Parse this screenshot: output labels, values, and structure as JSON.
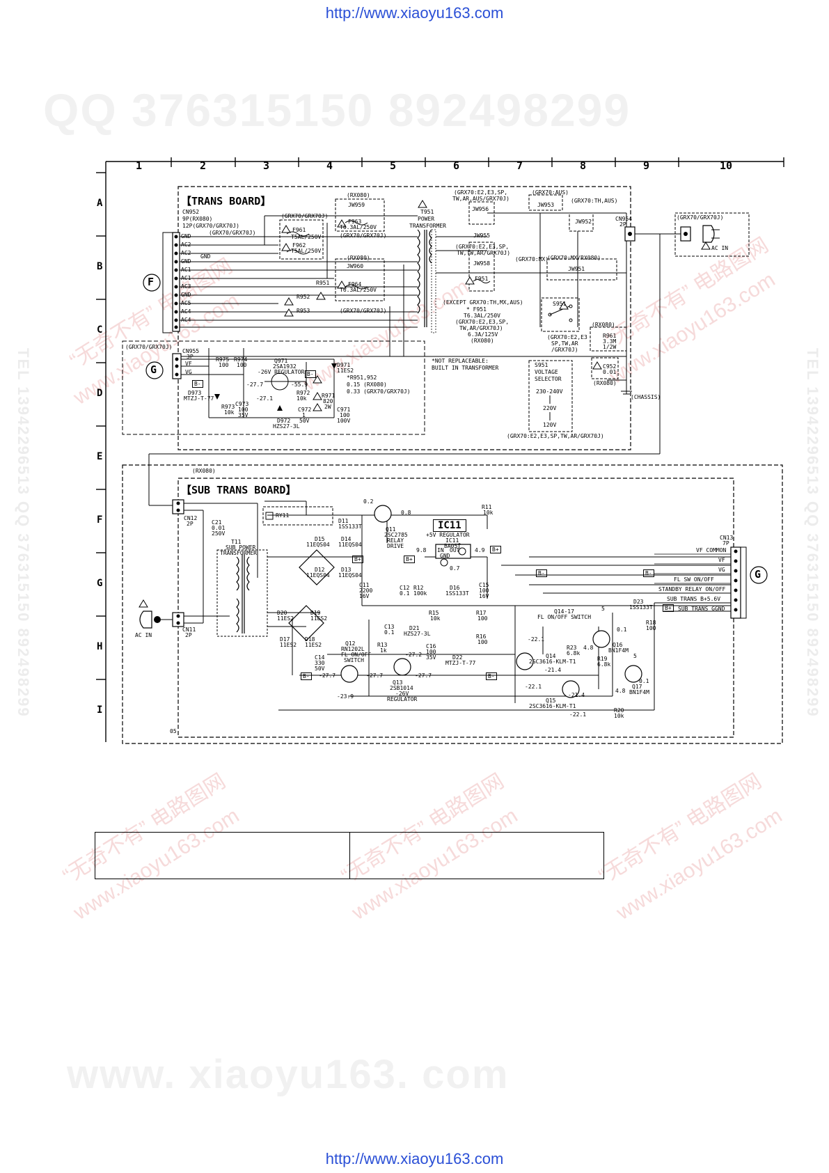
{
  "urls": {
    "top": "http://www.xiaoyu163.com",
    "bottom": "http://www.xiaoyu163.com"
  },
  "watermarks": {
    "qq_big": "QQ 376315150   892498299",
    "site_big": "www. xiaoyu163. com",
    "side_text": "TEL 13942296513  QQ 376315150  892498299",
    "diag_cn": "“无奇不有” 电路图网",
    "diag_url": "www.xiaoyu163.com"
  },
  "grid": {
    "columns": [
      "1",
      "2",
      "3",
      "4",
      "5",
      "6",
      "7",
      "8",
      "9",
      "10"
    ],
    "rows": [
      "A",
      "B",
      "C",
      "D",
      "E",
      "F",
      "G",
      "H",
      "I"
    ]
  },
  "trans_board": {
    "title": "【TRANS BOARD】",
    "cn952": [
      "CN952",
      "9P(RX080)",
      "12P(GRX70/GRX70J)"
    ],
    "pins": [
      "GND",
      "AC2",
      "AC2",
      "GND",
      "AC1",
      "AC1",
      "AC3",
      "GND",
      "AC5",
      "AC4",
      "AC4"
    ],
    "g_pins": [
      "VF",
      "VG",
      "B-"
    ],
    "labels": {
      "t951": [
        "T951",
        "POWER",
        "TRANSFORMER"
      ],
      "f961": [
        "F961",
        "T5AL/250V"
      ],
      "f962": [
        "F962",
        "T5AL/250V"
      ],
      "f963": [
        "F963",
        "T6.3AL/250V"
      ],
      "f964": [
        "F964",
        "T6.3AL/250V"
      ],
      "rx080_1": "(RX080)",
      "rx080_2": "(RX080)",
      "grx_a": "(GRX70/GRX70J)",
      "grx_b": "(GRX70/GRX70J)",
      "grx_c": "(GRX70/GRX70J)",
      "grx_d": "(GRX70/GRX70J)",
      "jw959": "JW959",
      "jw960": "JW960",
      "aus_note": [
        "(GRX70:E2,E3,SP,",
        "TW,AR,AUS/GRX70J)"
      ],
      "jw956": "JW956",
      "jw955": "JW955",
      "jw953": "JW953",
      "grx70_aus": "(GRX70:AUS)",
      "grx70_thaus": "(GRX70:TH,AUS)",
      "jw952": "JW952",
      "grx_mx": [
        "(GRX70:E2,E3,SP,",
        "TW,TW,AR/GRX70J)"
      ],
      "jw958": "JW958",
      "f951": "F951",
      "grx70_mx": "(GRX70:MX)",
      "mx_rx080": "(GRX70:MX/RX080)",
      "jw951": "JW951",
      "except": "(EXCEPT GRX70:TH,MX,AUS)",
      "f951_spec": [
        "* F951",
        "T6.3AL/250V",
        "(GRX70:E2,E3,SP,",
        "TW,AR/GRX70J)",
        "6.3A/125V",
        "(RX080)"
      ],
      "s951": "S951",
      "s951_note": [
        "(GRX70:E2,E3",
        "SP,TW,AR",
        "/GRX70J)"
      ],
      "cn954": [
        "CN954",
        "2P"
      ],
      "acin_grx": "(GRX70/GRX70J)",
      "ac_in": "AC IN",
      "r961": [
        "R961",
        "3.3M",
        "1/2W"
      ],
      "c952": [
        "C952",
        "0.01"
      ],
      "rx080_3": "(RX080)",
      "rx080_4": "(RX080)",
      "chassis": "(CHASSIS)",
      "not_repl": [
        "*NOT REPLACEABLE:",
        "BUILT IN TRANSFORMER"
      ],
      "r951": [
        "*R951,952",
        "0.15 (RX080)",
        "0.33 (GRX70/GRX70J)"
      ],
      "r951_lbl": "R951",
      "r952_lbl": "R952",
      "r953_lbl": "R953",
      "voltage_sel": [
        "S951",
        "VOLTAGE",
        "SELECTOR"
      ],
      "v230": "230-240V",
      "v220": "220V",
      "v120": "120V",
      "vsel_note": "(GRX70:E2,E3,SP,TW,AR/GRX70J)",
      "cn955": [
        "CN955",
        "3P"
      ],
      "r975": [
        "R975",
        "100"
      ],
      "r974": [
        "R974",
        "100"
      ],
      "q971": [
        "Q971",
        "2SA1932"
      ],
      "reg26": "-26V REGULATOR",
      "d971": [
        "D971",
        "11ES2"
      ],
      "d973": [
        "D973",
        "MTZJ-T-77"
      ],
      "r973": [
        "R973",
        "10k"
      ],
      "c973": [
        "C973",
        "100",
        "35V"
      ],
      "d972": [
        "D972",
        "HZS27-3L"
      ],
      "r972": [
        "R972",
        "10k"
      ],
      "r971": [
        "R971",
        "820",
        "2W"
      ],
      "c972": [
        "C972",
        "1",
        "50V"
      ],
      "c971": [
        "C971",
        "100",
        "100V"
      ],
      "v277a": "-27.7",
      "v559": "-55.9",
      "v271": "-27.1",
      "grx_g": "(GRX70/GRX70J)"
    }
  },
  "sub_board": {
    "title": "【SUB TRANS BOARD】",
    "rx080": "(RX080)",
    "cn12": [
      "CN12",
      "2P"
    ],
    "c21": [
      "C21",
      "0.01",
      "250V"
    ],
    "ry11": "RY11",
    "t11": [
      "T11",
      "SUB POWER",
      "TRANSFORMER"
    ],
    "d11": [
      "D11",
      "1SS133T"
    ],
    "q11": [
      "Q11",
      "2SC2785",
      "RELAY",
      "DRIVE"
    ],
    "v02": "0.2",
    "v08": "0.8",
    "r11": [
      "R11",
      "10k"
    ],
    "ic11_box": "IC11",
    "ic11": [
      "+5V REGULATOR",
      "IC11",
      "BA05T"
    ],
    "ic11_pins": [
      "IN",
      "OUT",
      "GND"
    ],
    "v98": "9.8",
    "v49": "4.9",
    "v07": "0.7",
    "d15": [
      "D15",
      "11EQS04"
    ],
    "d14": [
      "D14",
      "11EQS04"
    ],
    "d12": [
      "D12",
      "11EQS04"
    ],
    "d13": [
      "D13",
      "11EQS04"
    ],
    "c11": [
      "C11",
      "2200",
      "16V"
    ],
    "c12": [
      "C12",
      "0.1"
    ],
    "r12": [
      "R12",
      "100k"
    ],
    "d16": [
      "D16",
      "1SS133T"
    ],
    "c15": [
      "C15",
      "100",
      "16V"
    ],
    "cn11": [
      "CN11",
      "2P"
    ],
    "ac_in": "AC IN",
    "d20": [
      "D20",
      "11ES2"
    ],
    "d19": [
      "D19",
      "11ES2"
    ],
    "d17": [
      "D17",
      "11ES2"
    ],
    "d18": [
      "D18",
      "11ES2"
    ],
    "c13": [
      "C13",
      "0.1"
    ],
    "d21": [
      "D21",
      "HZS27-3L"
    ],
    "r15": [
      "R15",
      "10k"
    ],
    "r17": [
      "R17",
      "100"
    ],
    "r16": [
      "R16",
      "100"
    ],
    "r13": [
      "R13",
      "1k"
    ],
    "c16": [
      "C16",
      "100",
      "35V"
    ],
    "d22": [
      "D22",
      "MTZJ-T-77"
    ],
    "q12": [
      "Q12",
      "RN1202L",
      "FL ON/OFF",
      "SWITCH"
    ],
    "c14": [
      "C14",
      "330",
      "50V"
    ],
    "q13": [
      "Q13",
      "2SB1014",
      "-26V",
      "REGULATOR"
    ],
    "v272": "-27.2",
    "v277": "-27.7",
    "v239": "-23.9",
    "q14_17": [
      "Q14-17",
      "FL ON/OFF SWITCH"
    ],
    "q14": [
      "Q14",
      "2SC3616-KLM-T1"
    ],
    "q15": [
      "Q15",
      "2SC3616-KLM-T1"
    ],
    "q16": [
      "Q16",
      "BN1F4M"
    ],
    "q17": [
      "Q17",
      "BN1F4M"
    ],
    "r23": [
      "R23",
      "6.8k"
    ],
    "r19": [
      "R19",
      "6.8k"
    ],
    "r18": [
      "R18",
      "100"
    ],
    "r20": [
      "R20",
      "10k"
    ],
    "d23": [
      "D23",
      "1SS133T"
    ],
    "v221": "-22.1",
    "v214": "-21.4",
    "v48": "4.8",
    "v5": "5",
    "v01": "0.1",
    "cn13": [
      "CN13",
      "7P"
    ],
    "cn13_pins": [
      "VF COMMON",
      "VF",
      "VG",
      "FL SW ON/OFF",
      "STANDBY RELAY ON/OFF",
      "SUB TRANS B+5.6V",
      "SUB TRANS GGND"
    ],
    "code": "05"
  },
  "markers": {
    "F": "F",
    "G": "G",
    "B_minus": "B-",
    "B_plus": "B+"
  },
  "notes_table": {
    "left": "",
    "right": ""
  }
}
